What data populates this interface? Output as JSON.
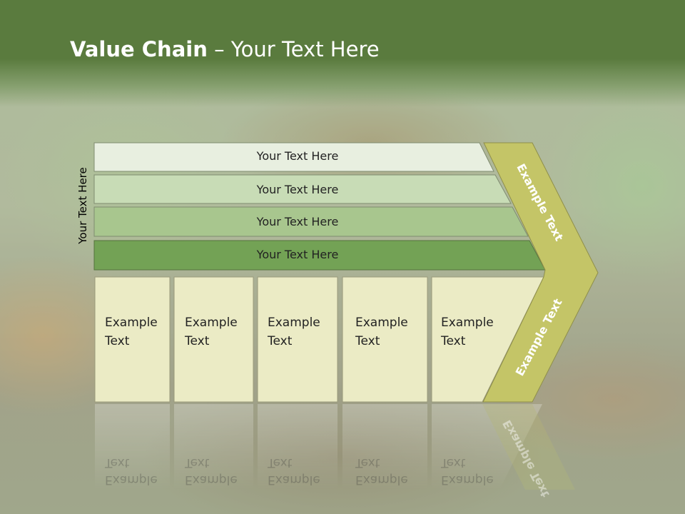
{
  "slide": {
    "title_bold": "Value Chain",
    "title_rest": " – Your Text Here",
    "side_label": "Your Text Here",
    "bars": [
      {
        "label": "Your Text Here",
        "color": "#e8efe0"
      },
      {
        "label": "Your Text Here",
        "color": "#c8dcb6"
      },
      {
        "label": "Your Text Here",
        "color": "#a8c68e"
      },
      {
        "label": "Your Text Here",
        "color": "#73a255"
      }
    ],
    "columns": [
      {
        "line1": "Example",
        "line2": "Text"
      },
      {
        "line1": "Example",
        "line2": "Text"
      },
      {
        "line1": "Example",
        "line2": "Text"
      },
      {
        "line1": "Example",
        "line2": "Text"
      },
      {
        "line1": "Example",
        "line2": "Text"
      }
    ],
    "chevron_upper_label": "Example Text",
    "chevron_lower_label": "Example Text",
    "colors": {
      "header": "#5a7b3e",
      "column_fill": "#ebebc5",
      "chevron_fill": "#c4c567"
    }
  }
}
